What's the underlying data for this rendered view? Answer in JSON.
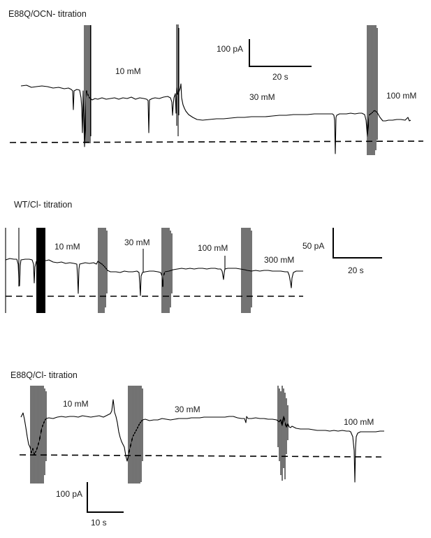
{
  "chart_data": [
    {
      "type": "line",
      "title": "E88Q/OCN- titration",
      "series": [
        {
          "x": [
            0,
            8,
            10,
            11,
            13,
            14,
            16,
            17,
            18,
            19,
            20,
            21,
            22,
            24,
            26,
            30,
            34,
            38,
            40,
            42,
            45,
            48,
            50,
            55,
            58,
            60,
            62,
            65,
            67,
            70,
            72,
            75,
            78,
            82,
            86,
            90,
            94,
            100,
            110,
            120,
            130,
            140,
            150,
            160,
            170,
            175,
            178,
            180,
            182,
            184,
            186,
            188,
            190,
            194,
            198,
            200
          ],
          "y": [
            98,
            95,
            96,
            94,
            86,
            95,
            92,
            60,
            10,
            40,
            70,
            50,
            78,
            78,
            77,
            76,
            78,
            77,
            80,
            40,
            78,
            80,
            80,
            70,
            45,
            80,
            100,
            80,
            72,
            64,
            62,
            61,
            61,
            62,
            62,
            63,
            63,
            64,
            64,
            65,
            65,
            66,
            66,
            67,
            67,
            68,
            45,
            67,
            68,
            66,
            68,
            47,
            72,
            68,
            68,
            72
          ]
        }
      ],
      "annotations": [
        "10 mM",
        "30 mM",
        "100 mM"
      ],
      "scale_bar": {
        "y_value": 100,
        "y_unit": "pA",
        "y_label": "100 pA",
        "x_value": 20,
        "x_unit": "s",
        "x_label": "20 s"
      },
      "baseline_label": "",
      "xlim": [
        0,
        200
      ],
      "ylim": [
        0,
        160
      ],
      "grid": false,
      "axes_shown": false
    },
    {
      "type": "line",
      "title": "WT/Cl- titration",
      "series": [
        {
          "x": [
            0,
            5,
            7,
            8,
            9,
            12,
            15,
            16,
            17,
            18,
            20,
            26,
            30,
            35,
            36,
            37,
            38,
            40,
            46,
            50,
            55,
            56,
            57,
            58,
            60,
            70,
            73,
            74,
            75,
            76,
            80,
            90,
            100,
            104,
            105,
            106,
            107,
            110,
            115,
            120,
            130,
            135,
            136,
            137,
            138,
            140,
            150,
            160,
            165,
            166,
            167,
            168,
            170,
            172
          ],
          "y": [
            50,
            52,
            30,
            10,
            48,
            49,
            45,
            30,
            46,
            48,
            49,
            49,
            50,
            48,
            30,
            10,
            46,
            48,
            49,
            50,
            48,
            30,
            45,
            46,
            44,
            44,
            42,
            30,
            41,
            44,
            43,
            44,
            44,
            43,
            28,
            42,
            43,
            43,
            42,
            43,
            43,
            42,
            28,
            42,
            43,
            43,
            43,
            42,
            30,
            22,
            40,
            41,
            41,
            41
          ]
        }
      ],
      "annotations": [
        "10 mM",
        "30 mM",
        "100 mM",
        "300 mM"
      ],
      "scale_bar": {
        "y_value": 50,
        "y_unit": "pA",
        "y_label": "50 pA",
        "x_value": 20,
        "x_unit": "s",
        "x_label": "20 s"
      },
      "baseline_label": "",
      "xlim": [
        0,
        172
      ],
      "ylim": [
        -12,
        104
      ],
      "grid": false,
      "axes_shown": false
    },
    {
      "type": "line",
      "title": "E88Q/Cl- titration",
      "series": [
        {
          "x": [
            0,
            1,
            2,
            3,
            4,
            5,
            6,
            7,
            8,
            12,
            16,
            20,
            22,
            24,
            26,
            28,
            30,
            31,
            32,
            33,
            34,
            36,
            38,
            40,
            45,
            50,
            55,
            60,
            65,
            70,
            75,
            78,
            80,
            85,
            90,
            95,
            100,
            104,
            106,
            107,
            108,
            110,
            112,
            115,
            120,
            125,
            128,
            130,
            131,
            132,
            133,
            134,
            136,
            140
          ],
          "y": [
            117,
            125,
            112,
            110,
            108,
            107,
            104,
            105,
            105,
            118,
            119,
            121,
            120,
            120,
            121,
            124,
            119,
            110,
            107,
            104,
            102,
            100,
            96,
            113,
            115,
            114,
            113,
            115,
            116,
            115,
            116,
            117,
            115,
            114,
            115,
            114,
            113,
            108,
            110,
            112,
            106,
            107,
            105,
            104,
            103,
            103,
            104,
            102,
            88,
            103,
            102,
            101,
            101,
            101
          ]
        }
      ],
      "annotations": [
        "10 mM",
        "30 mM",
        "100 mM"
      ],
      "scale_bar": {
        "y_value": 100,
        "y_unit": "pA",
        "y_label": "100 pA",
        "x_value": 10,
        "x_unit": "s",
        "x_label": "10 s"
      },
      "baseline_label": "",
      "xlim": [
        0,
        140
      ],
      "ylim": [
        0,
        160
      ],
      "grid": false,
      "axes_shown": false
    }
  ]
}
